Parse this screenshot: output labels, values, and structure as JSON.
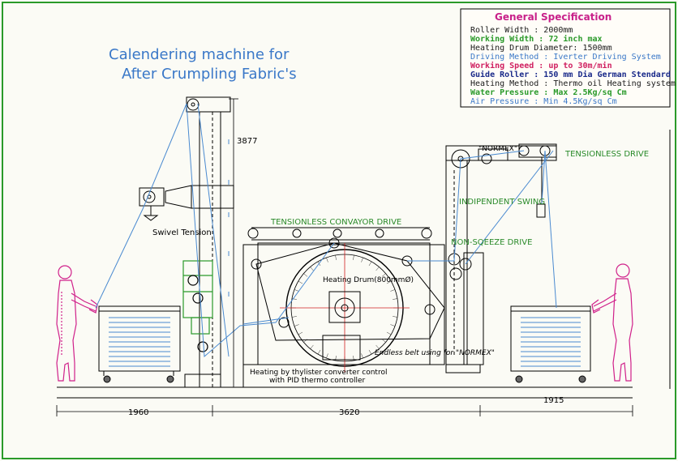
{
  "title": {
    "line1": "Calendering machine for",
    "line2": "After Crumpling Fabric's",
    "color": "#3a78c8"
  },
  "spec": {
    "heading": "General Specification",
    "items": [
      {
        "text": "Roller Width : 2000mm",
        "color": "#1a1a1a",
        "bold": false
      },
      {
        "text": "Working Width : 72 inch max",
        "color": "#2a9a2a",
        "bold": true
      },
      {
        "text": "Heating Drum Diameter: 1500mm",
        "color": "#1a1a1a",
        "bold": false
      },
      {
        "text": "Driving Method : Iverter Driving System",
        "color": "#3a78c8",
        "bold": false
      },
      {
        "text": "Working Speed : up to 30m/min",
        "color": "#d02060",
        "bold": true
      },
      {
        "text": "Guide Roller : 150 mm Dia German Stendard",
        "color": "#1a2a8a",
        "bold": true
      },
      {
        "text": "Heating Method : Thermo oil Heating system",
        "color": "#1a1a1a",
        "bold": false
      },
      {
        "text": "Water Pressure : Max 2.5Kg/sq Cm",
        "color": "#2a9a2a",
        "bold": true
      },
      {
        "text": "Air Pressure : Min 4.5Kg/sq Cm",
        "color": "#3a78c8",
        "bold": false
      }
    ]
  },
  "labels": {
    "swivel_tension": "Swivel Tension",
    "tensionless_conveyor": "TENSIONLESS CONVAYOR DRIVE",
    "non_squeeze": "NON-SQEEZE DRIVE",
    "independent_swing": "INDIPENDENT SWING",
    "tensionless_drive": "TENSIONLESS DRIVE",
    "heating_drum": "Heating Drum(800mmØ)",
    "endless_belt": "Endless belt using for \"NORMEX\"",
    "heating_line1": "Heating by thylister converter control",
    "heating_line2": "with PID thermo controller",
    "normex_box": "\"NORMEX\""
  },
  "dimensions": {
    "height_3877": "3877",
    "left_1960": "1960",
    "middle_3620": "3620",
    "right_1915": "1915"
  },
  "colors": {
    "frame": "#000000",
    "fabric_path": "#4a8ad0",
    "figure": "#d0208a",
    "drum_center": "#d02020",
    "label_green": "#2a8a2a",
    "gearbox_green": "#2a9a2a",
    "border_green": "#2a9a2a"
  }
}
